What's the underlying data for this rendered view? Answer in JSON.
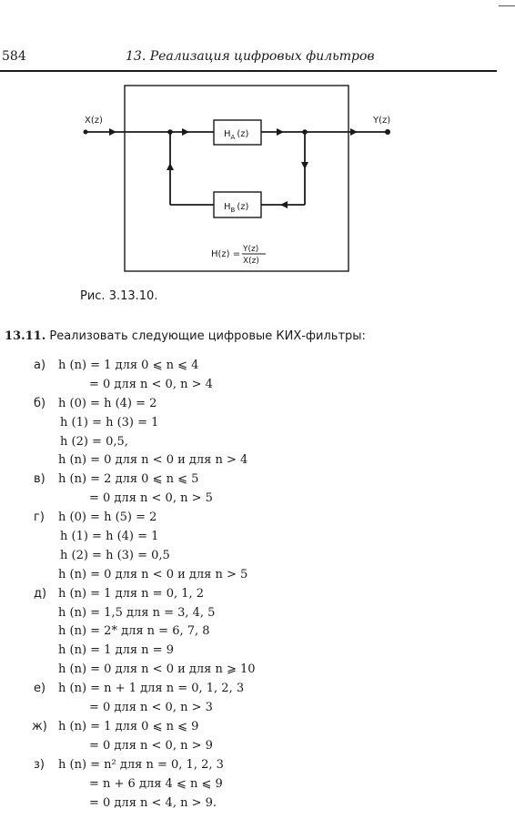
{
  "header": {
    "page_number": "584",
    "running_title": "13. Реализация цифровых фильтров"
  },
  "figure": {
    "input_label": "X(z)",
    "output_label": "Y(z)",
    "block_a": "H",
    "block_a_sub": "A",
    "block_a_arg": "(z)",
    "block_b": "H",
    "block_b_sub": "B",
    "block_b_arg": "(z)",
    "transfer_lhs": "H(z) =",
    "transfer_num": "Y(z)",
    "transfer_den": "X(z)",
    "caption": "Рис. 3.13.10."
  },
  "problem": {
    "number": "13.11.",
    "statement": "Реализовать следующие цифровые КИХ-фильтры:",
    "items": [
      {
        "label": "а)",
        "lines": [
          "h (n) = 1   для   0 ⩽ n ⩽ 4",
          "= 0   для   n < 0, n > 4"
        ]
      },
      {
        "label": "б)",
        "lines": [
          "h (0) = h (4) = 2",
          "h (1) = h (3) = 1",
          "h (2) = 0,5,",
          "h (n) = 0   для   n < 0   и для   n > 4"
        ]
      },
      {
        "label": "в)",
        "lines": [
          "h (n) = 2   для   0 ⩽ n ⩽ 5",
          "= 0   для   n < 0, n > 5"
        ]
      },
      {
        "label": "г)",
        "lines": [
          "h (0) = h (5) = 2",
          "h (1) = h (4) = 1",
          "h (2) = h (3) = 0,5",
          "h (n) = 0   для   n < 0   и для   n > 5"
        ]
      },
      {
        "label": "д)",
        "lines": [
          "h (n) = 1   для   n = 0, 1, 2",
          "h (n) = 1,5   для   n = 3, 4, 5",
          "h (n) = 2*  для   n = 6, 7, 8",
          "h (n) = 1   для   n = 9",
          "h (n) = 0   для   n < 0   и для   n ⩾ 10"
        ]
      },
      {
        "label": "е)",
        "lines": [
          "h (n) = n + 1   для   n = 0, 1, 2, 3",
          "= 0   для   n < 0, n > 3"
        ]
      },
      {
        "label": "ж)",
        "lines": [
          "h (n) = 1   для   0 ⩽ n ⩽ 9",
          "= 0   для   n < 0, n > 9"
        ]
      },
      {
        "label": "з)",
        "lines": [
          "h (n) = n²   для   n = 0, 1, 2, 3",
          "= n + 6   для   4 ⩽ n ⩽ 9",
          "= 0   для   n < 4, n > 9."
        ]
      }
    ]
  }
}
